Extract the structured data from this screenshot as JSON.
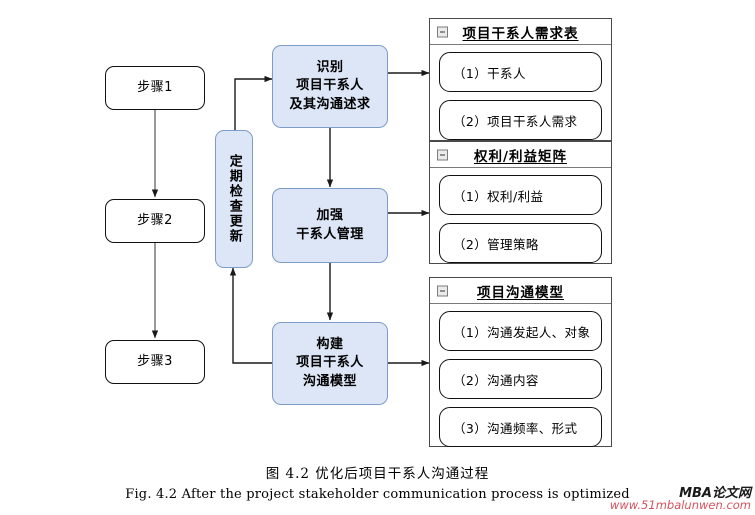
{
  "diagram": {
    "steps": [
      {
        "label": "步骤1"
      },
      {
        "label": "步骤2"
      },
      {
        "label": "步骤3"
      }
    ],
    "loop_box": {
      "label": "定期检查更新"
    },
    "process": [
      {
        "label": "识别\n项目干系人\n及其沟通述求",
        "line1": "识别",
        "line2": "项目干系人",
        "line3": "及其沟通述求"
      },
      {
        "label": "加强\n干系人管理",
        "line1": "加强",
        "line2": "干系人管理",
        "line3": ""
      },
      {
        "label": "构建\n项目干系人\n沟通模型",
        "line1": "构建",
        "line2": "项目干系人",
        "line3": "沟通模型"
      }
    ],
    "panels": [
      {
        "title": "项目干系人需求表",
        "collapse_icon": "minus-square-icon",
        "items": [
          "（1）干系人",
          "（2）项目干系人需求"
        ]
      },
      {
        "title": "权利/利益矩阵",
        "collapse_icon": "minus-square-icon",
        "items": [
          "（1）权利/利益",
          "（2）管理策略"
        ]
      },
      {
        "title": "项目沟通模型",
        "collapse_icon": "minus-square-icon",
        "items": [
          "（1）沟通发起人、对象",
          "（2）沟通内容",
          "（3）沟通频率、形式"
        ]
      }
    ],
    "colors": {
      "process_fill": "#dce6f6",
      "process_border": "#7e9cc8",
      "panel_border": "#4a4a4a",
      "connector": "#1a1a1a",
      "watermark_url": "#d6525c"
    }
  },
  "caption": {
    "chinese": "图 4.2   优化后项目干系人沟通过程",
    "english": "Fig. 4.2    After the project stakeholder communication process is optimized"
  },
  "watermark": {
    "brand": "MBA论文网",
    "url": "www.51mbalunwen.com"
  }
}
